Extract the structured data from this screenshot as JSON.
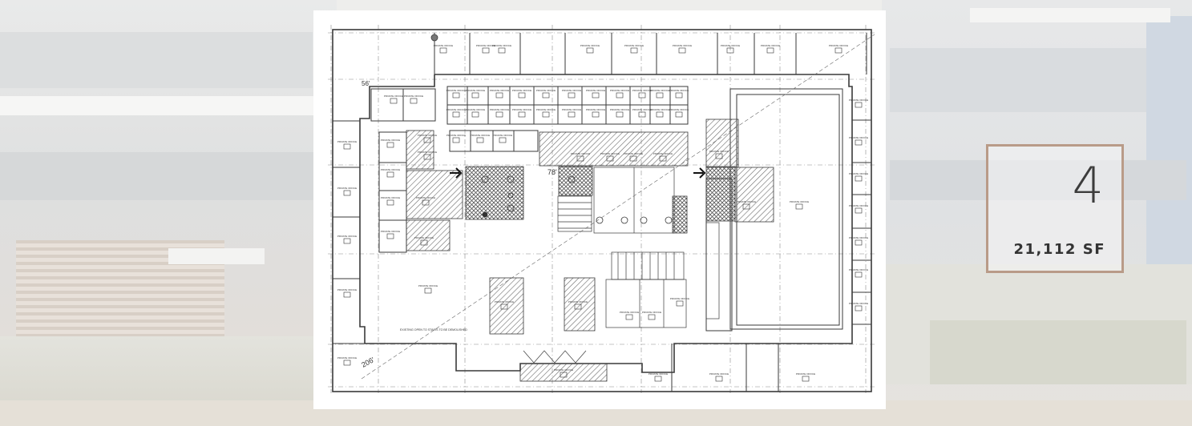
{
  "floor": {
    "number": "4",
    "area": "21,112 SF"
  },
  "plan": {
    "room_label": "PRIVATE OFFICE",
    "dimensions": [
      "56'",
      "78'",
      "206'"
    ],
    "note": "EXISTING OPEN TO STAIRS TO BE DEMOLISHED",
    "colors": {
      "line": "#3a3a3a",
      "grid": "#8a8a8a",
      "hatch": "#6a6a6a",
      "card_border": "#b99b88"
    }
  }
}
